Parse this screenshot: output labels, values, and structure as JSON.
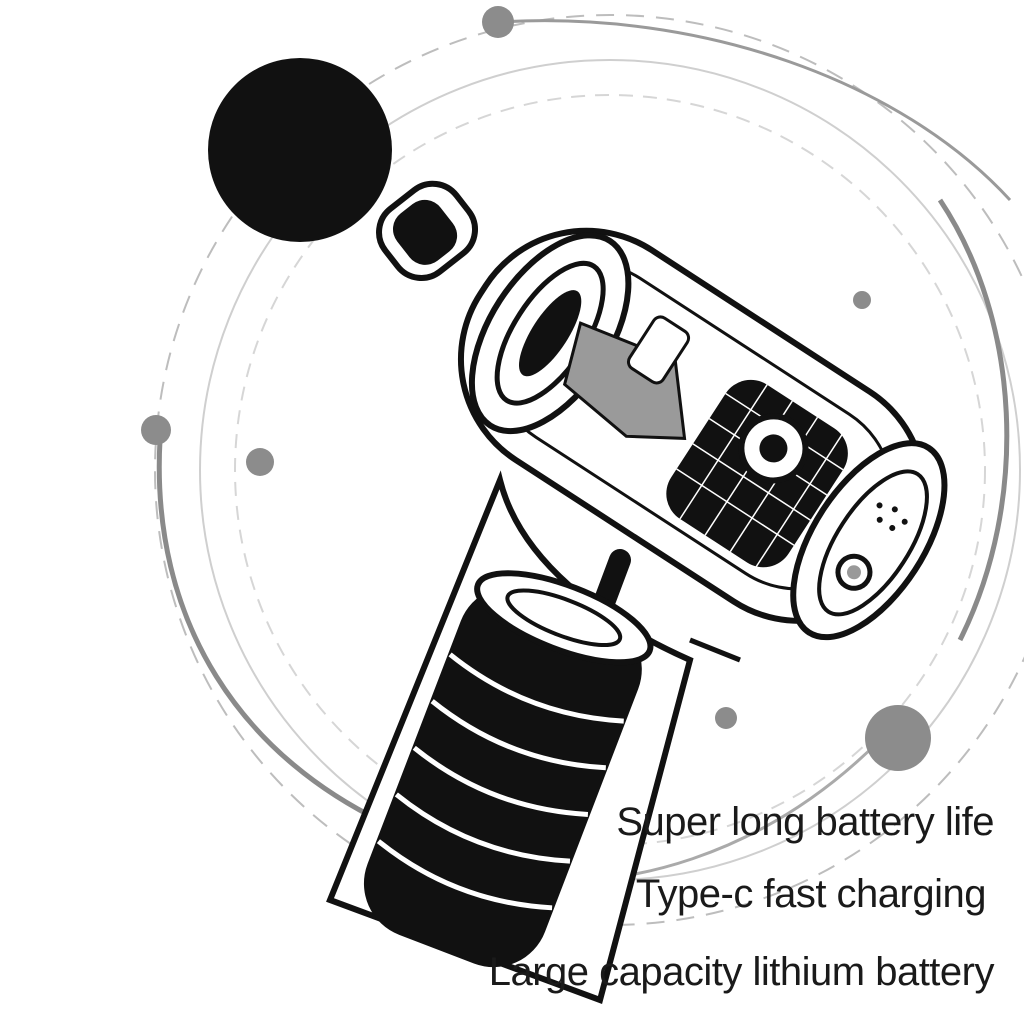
{
  "features": [
    "Super long battery life",
    "Type-c fast charging",
    "Large capacity lithium battery"
  ],
  "colors": {
    "ink": "#111111",
    "grey_orbit": "#8a8a8a",
    "light_orbit": "#c8c8c8",
    "mechanism_grey": "#9a9a9a",
    "background": "#ffffff"
  },
  "icons": [
    "massage-gun-illustration",
    "battery-cell",
    "motor",
    "massage-ball-head"
  ]
}
